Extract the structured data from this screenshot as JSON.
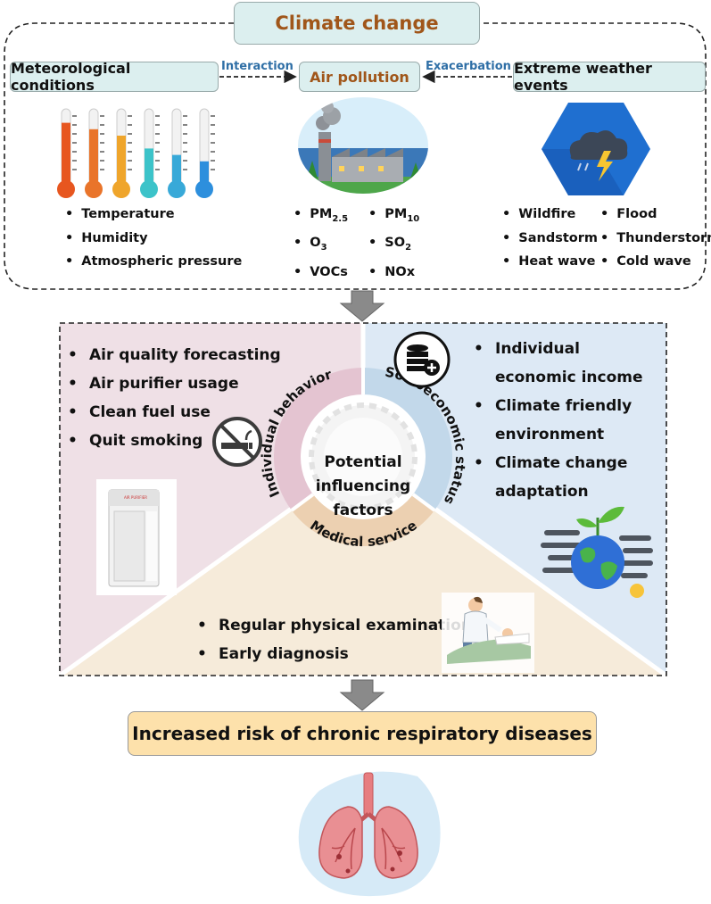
{
  "title": "Climate change",
  "meteorological": {
    "label": "Meteorological conditions",
    "items": [
      "Temperature",
      "Humidity",
      "Atmospheric pressure"
    ]
  },
  "air_pollution": {
    "label": "Air pollution",
    "col1": [
      {
        "base": "PM",
        "sub": "2.5"
      },
      {
        "base": "O",
        "sub": "3"
      },
      {
        "base": "VOCs",
        "sub": ""
      }
    ],
    "col2": [
      {
        "base": "PM",
        "sub": "10"
      },
      {
        "base": "SO",
        "sub": "2"
      },
      {
        "base": "NOx",
        "sub": ""
      }
    ]
  },
  "extreme_weather": {
    "label": "Extreme weather events",
    "col1": [
      "Wildfire",
      "Sandstorm",
      "Heat wave"
    ],
    "col2": [
      "Flood",
      "Thunderstorm",
      "Cold wave"
    ]
  },
  "arrows": {
    "interaction": "Interaction",
    "exacerbation": "Exacerbation"
  },
  "individual_behavior": {
    "label": "Individual behavior",
    "items": [
      "Air quality forecasting",
      "Air purifier usage",
      "Clean fuel use",
      "Quit smoking"
    ],
    "purifier_text": "AIR PURIFIER"
  },
  "socioeconomic": {
    "label": "Socioeconomic status",
    "items": [
      "Individual economic income",
      "Climate friendly environment",
      "Climate change adaptation"
    ]
  },
  "medical": {
    "label": "Medical service",
    "items": [
      "Regular physical examination",
      "Early diagnosis"
    ]
  },
  "center": {
    "line1": "Potential",
    "line2": "influencing",
    "line3": "factors"
  },
  "outcome": "Increased risk of chronic respiratory diseases",
  "colors": {
    "pink": "#efe0e6",
    "blue": "#dde9f5",
    "beige": "#f6ebda",
    "pink_ring": "#e4c4d1",
    "blue_ring": "#c2d8ea",
    "beige_ring": "#ecd0b1",
    "title_text": "#a0561a",
    "arrow_label": "#2f6fa6"
  },
  "icons": [
    "thermometer-icon",
    "factory-icon",
    "storm-cloud-icon",
    "no-smoking-icon",
    "database-plus-icon",
    "earth-plant-icon",
    "lungs-icon"
  ]
}
